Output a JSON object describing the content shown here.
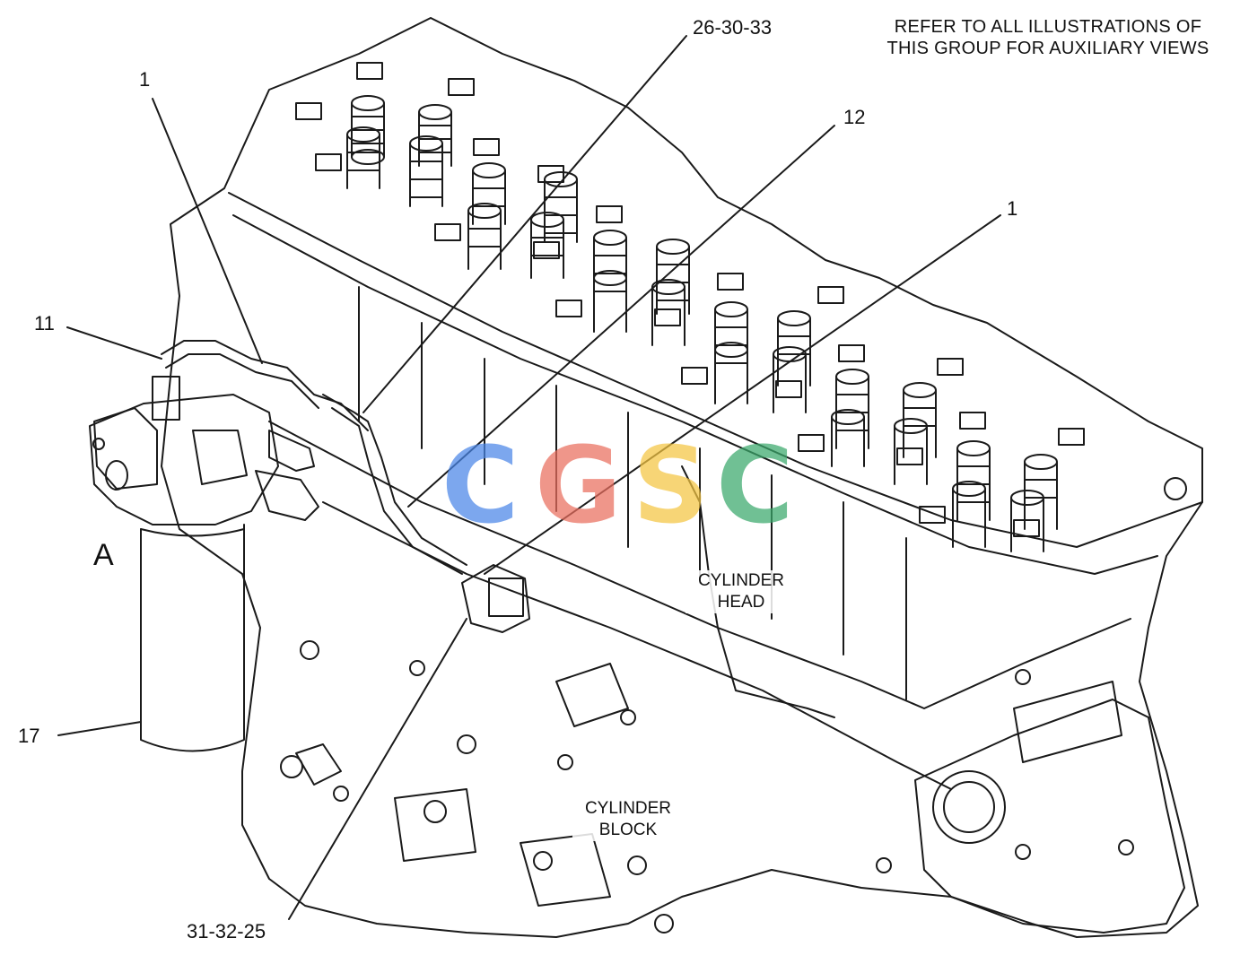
{
  "header_note": {
    "line1": "REFER TO ALL ILLUSTRATIONS OF",
    "line2": "THIS GROUP FOR AUXILIARY VIEWS"
  },
  "callouts": {
    "c1_upper": "1",
    "c11": "11",
    "c17": "17",
    "c26": "26-30-33",
    "c12": "12",
    "c1_right": "1",
    "c31": "31-32-25"
  },
  "view_label": "A",
  "regions": {
    "head_line1": "CYLINDER",
    "head_line2": "HEAD",
    "block_line1": "CYLINDER",
    "block_line2": "BLOCK"
  },
  "watermark": {
    "letters": [
      "C",
      "G",
      "S",
      "C"
    ],
    "colors": [
      "#4a86e8",
      "#ea6e5e",
      "#f4c542",
      "#3aa86b"
    ]
  }
}
